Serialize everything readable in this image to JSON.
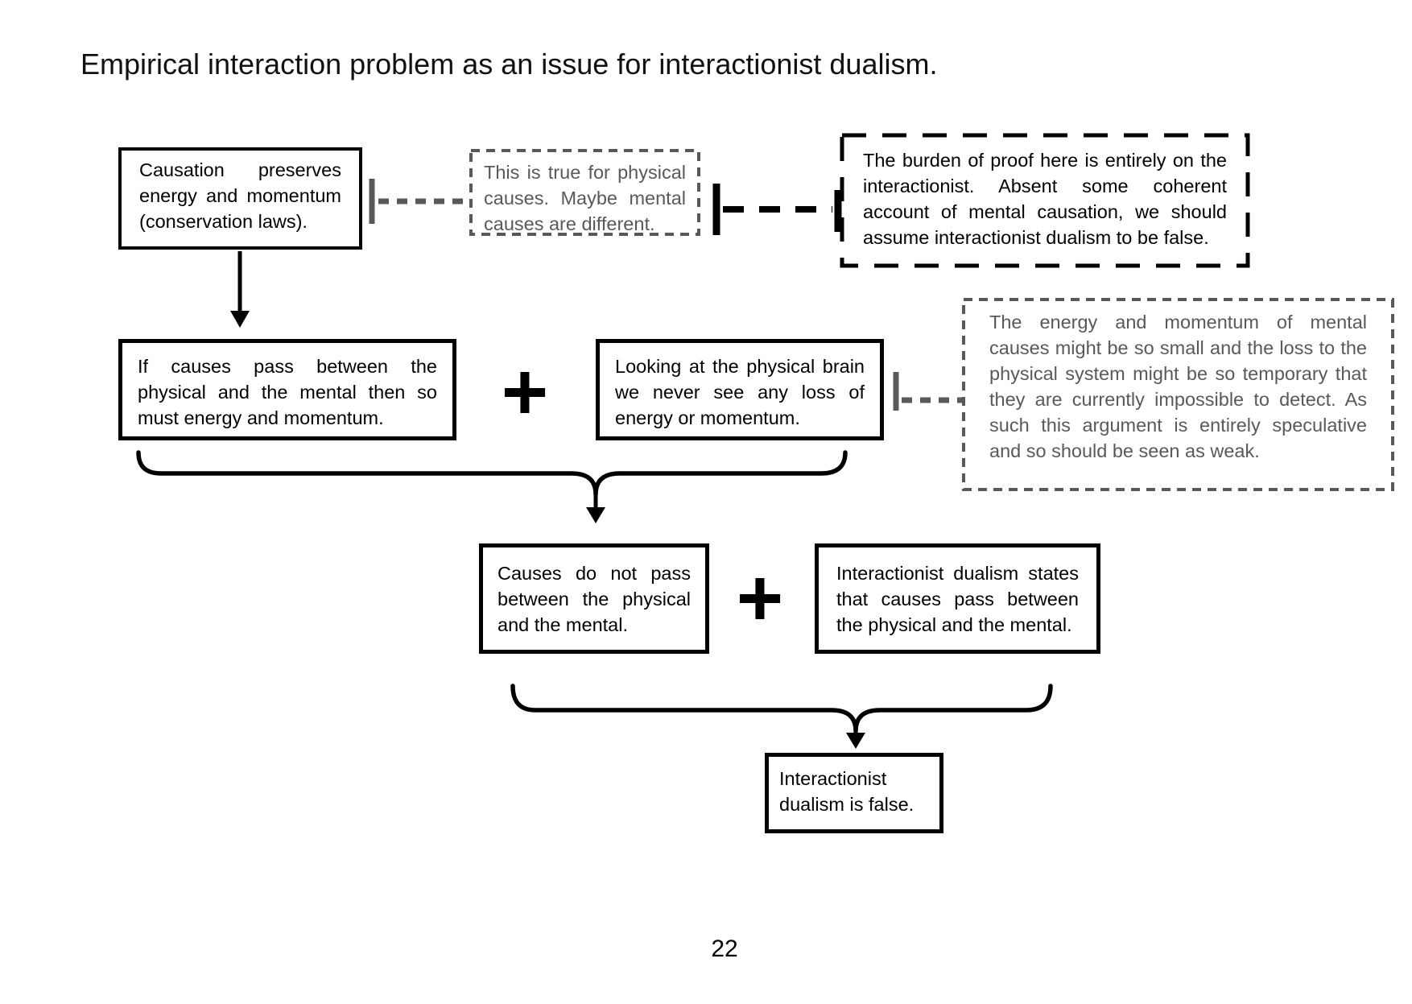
{
  "page": {
    "title": "Empirical interaction problem as an issue for interactionist dualism.",
    "page_number": "22"
  },
  "colors": {
    "ink_black": "#000000",
    "annotation_gray": "#595959",
    "background": "#ffffff"
  },
  "diagram": {
    "premise_conservation": "Causation preserves energy and momentum (conservation laws).",
    "note_physical_causes": "This is true for physical causes. Maybe mental causes are different.",
    "note_burden_of_proof": "The burden of proof here is entirely on the interactionist. Absent some coherent account of mental causation, we should assume interactionist dualism to be false.",
    "premise_energy_transfer": "If causes pass between the physical and the mental then so must energy and momentum.",
    "plus_row2": "+",
    "premise_no_loss": "Looking at the physical brain we never see any loss of energy or momentum.",
    "note_undetectable": "The energy and momentum of mental causes might be so small and the loss to the physical system might be so temporary that they are currently impossible to detect. As such this argument is entirely speculative and so should be seen as weak.",
    "conclusion_no_causes": "Causes do not pass between the physical and the mental.",
    "plus_row3": "+",
    "premise_interactionism": "Interactionist dualism states that causes pass between the physical and the mental.",
    "conclusion_final": "Interactionist dualism is false."
  }
}
